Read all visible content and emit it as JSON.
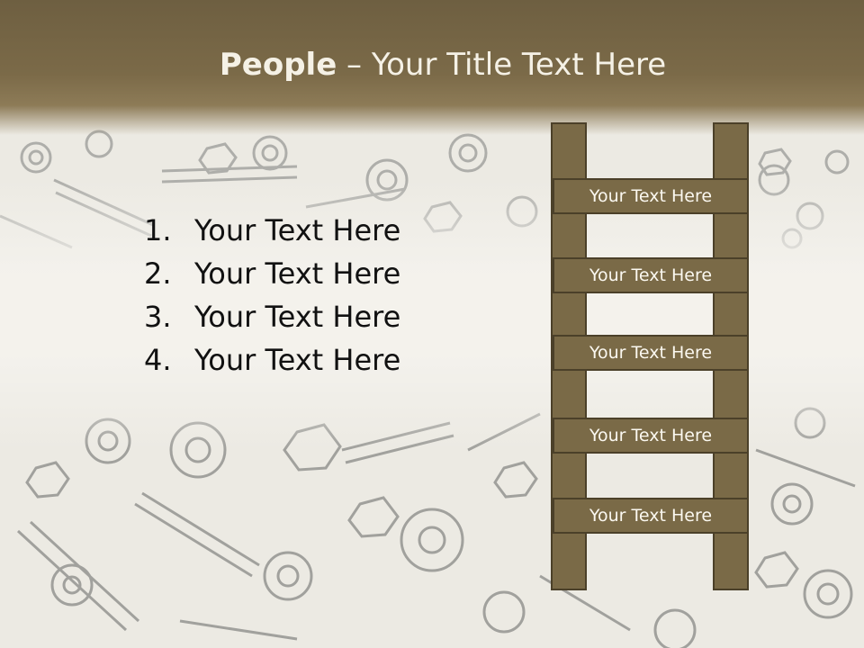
{
  "slide": {
    "title_bold": "People",
    "title_rest": " – Your Title Text Here",
    "list": [
      {
        "num": "1.",
        "text": "Your Text Here"
      },
      {
        "num": "2.",
        "text": "Your Text Here"
      },
      {
        "num": "3.",
        "text": "Your Text Here"
      },
      {
        "num": "4.",
        "text": "Your Text Here"
      }
    ],
    "ladder": [
      "Your Text Here",
      "Your Text Here",
      "Your Text Here",
      "Your Text Here",
      "Your Text Here"
    ]
  },
  "colors": {
    "header": "#7b6a48",
    "ladder_fill": "#7a6a47",
    "ladder_border": "#4b4029"
  }
}
